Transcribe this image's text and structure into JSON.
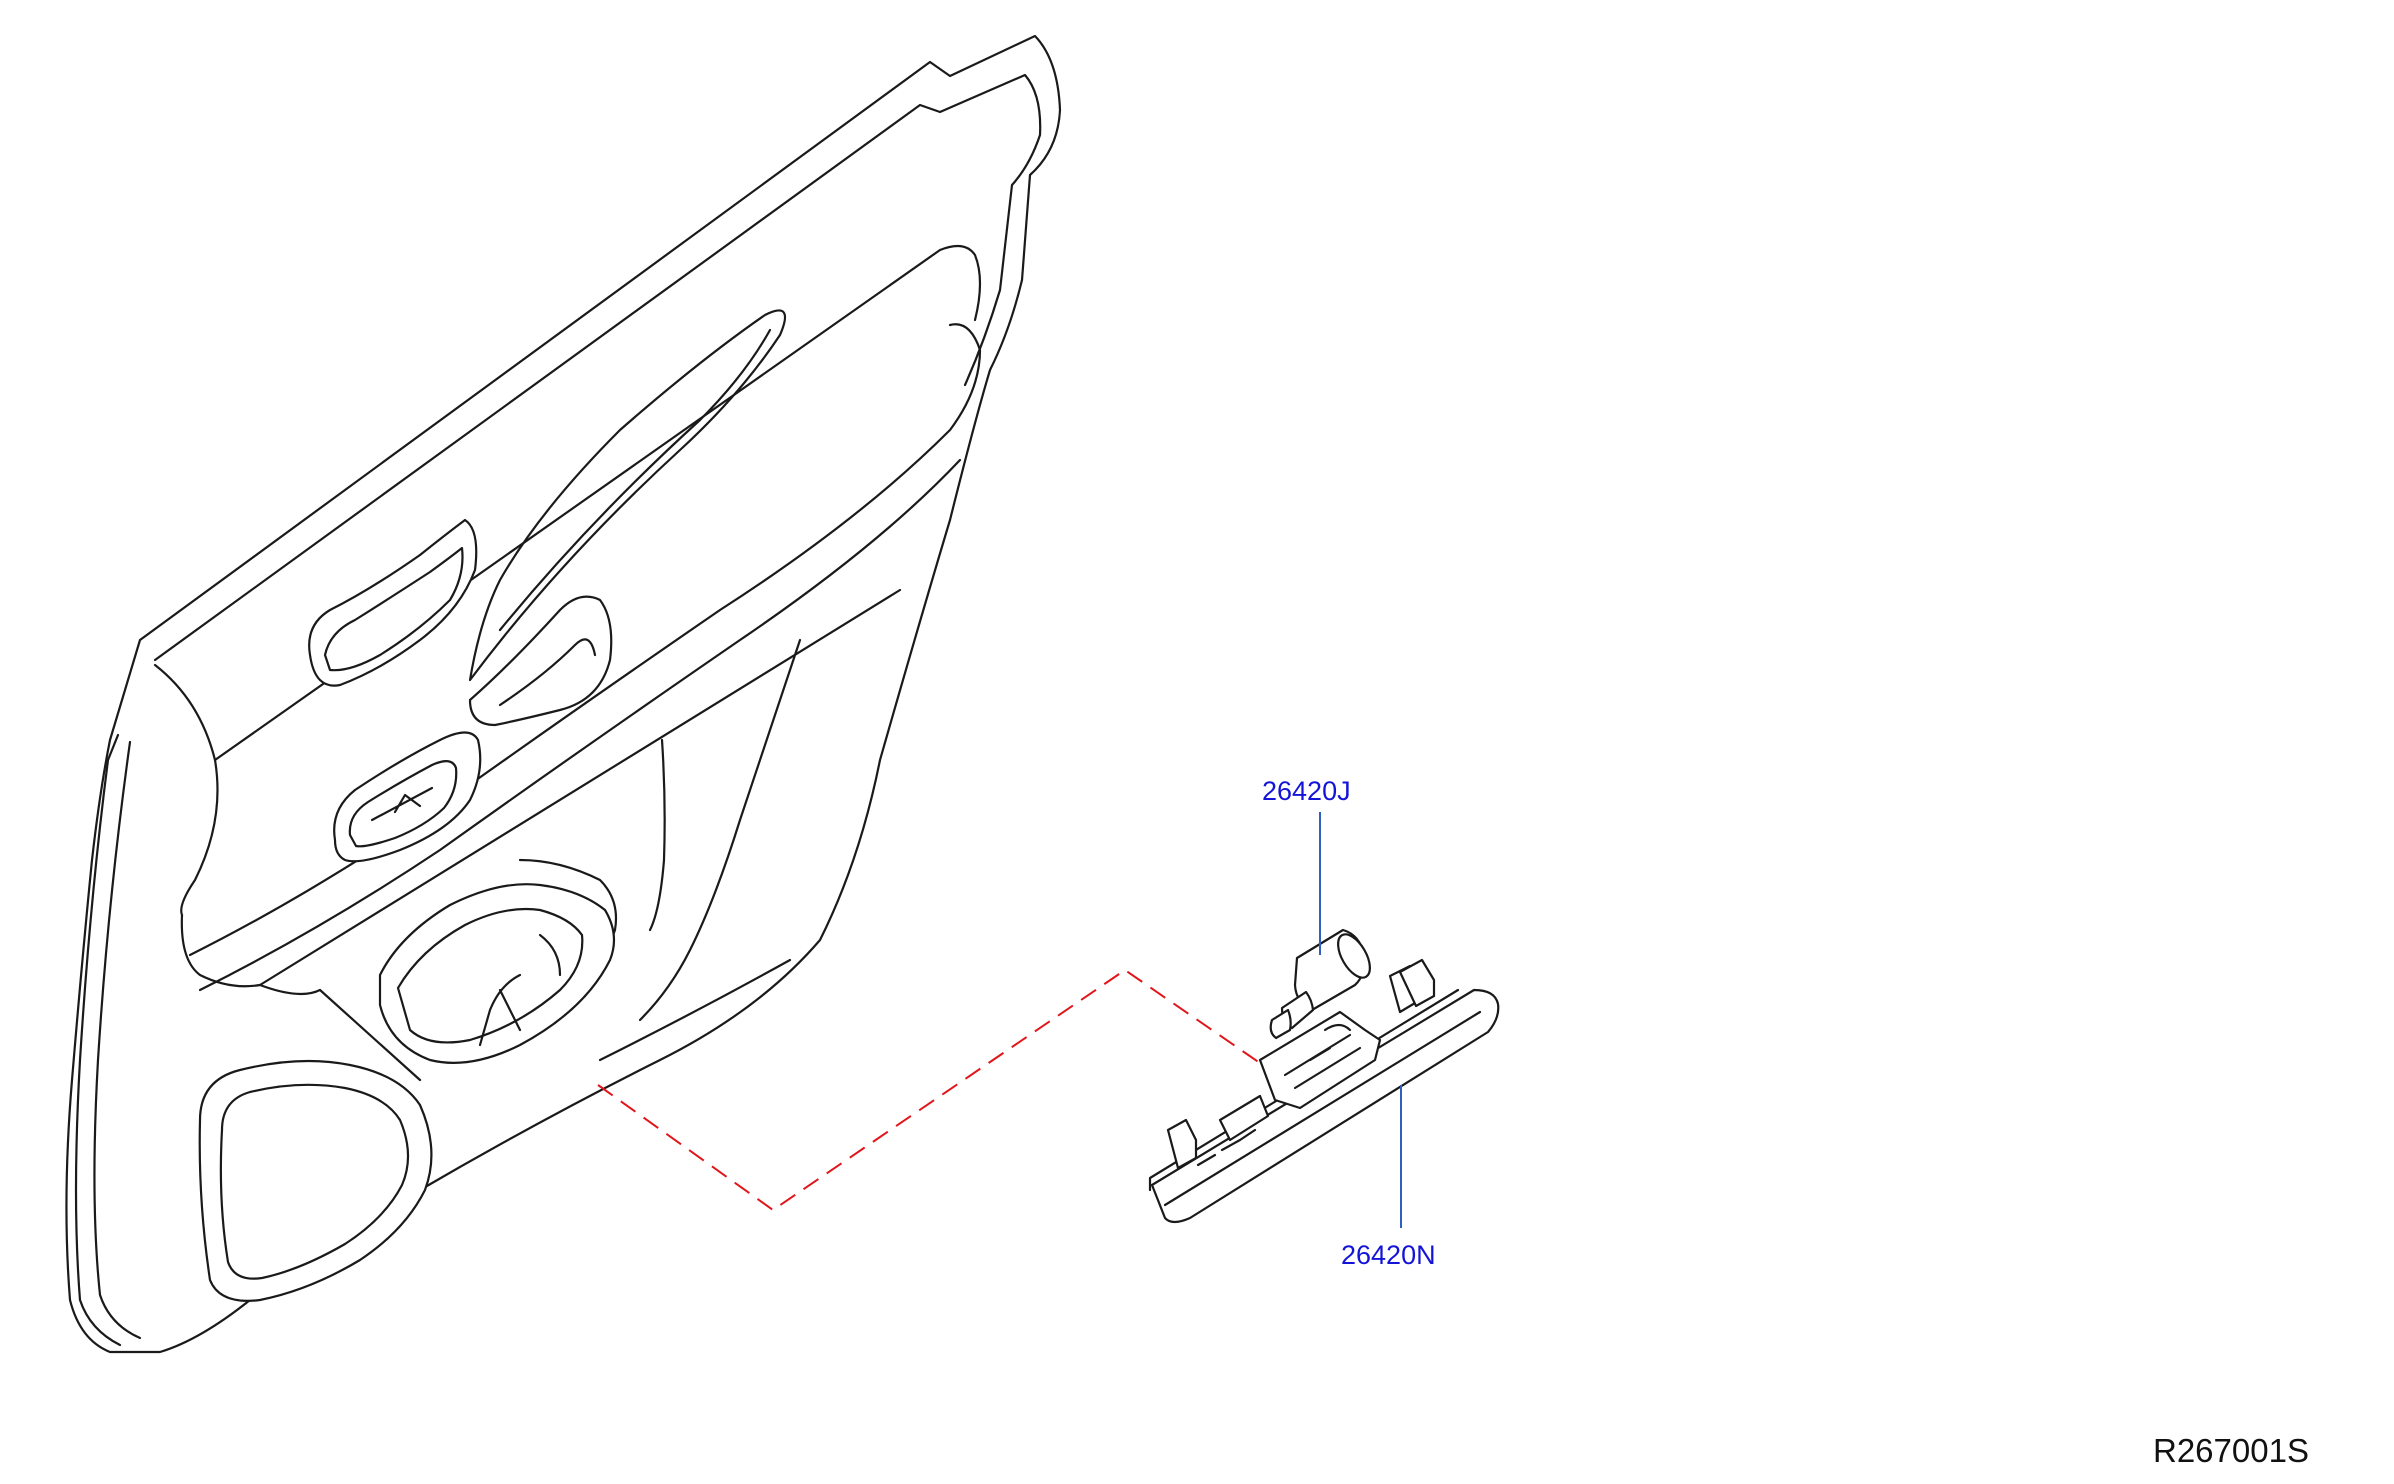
{
  "parts": [
    {
      "number": "26420J"
    },
    {
      "number": "26420N"
    }
  ],
  "diagram_code": "R267001S",
  "colors": {
    "part_label": "#1414d8",
    "leader_line": "#2f5fbf",
    "reference_dash": "#e0161b",
    "outline": "#1a1a1a"
  }
}
